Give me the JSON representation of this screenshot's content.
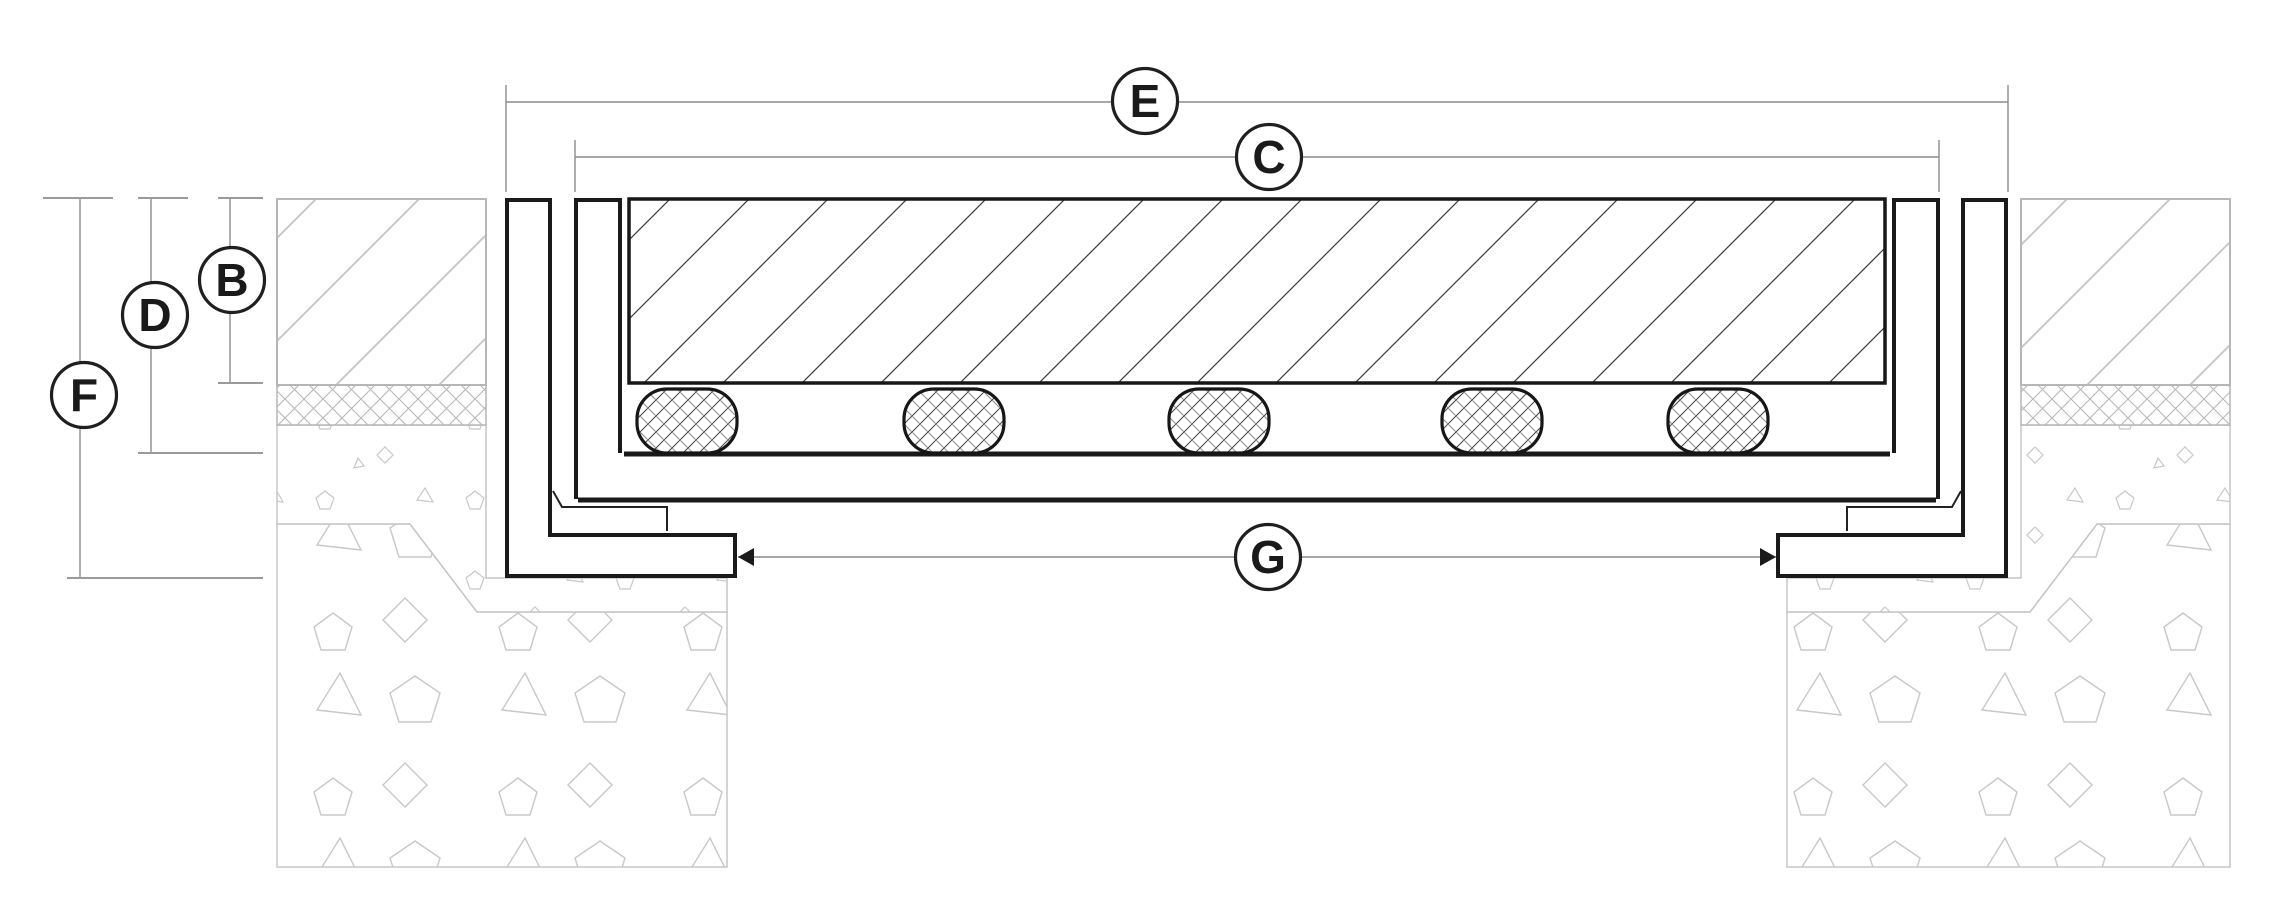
{
  "diagram": {
    "kind": "architectural-section-detail",
    "description": "recessed-entrance-mat-frame-section",
    "callouts": [
      {
        "letter": "E",
        "measures": "overall-frame-width"
      },
      {
        "letter": "C",
        "measures": "inner-frame-width"
      },
      {
        "letter": "B",
        "measures": "finish-floor-depth"
      },
      {
        "letter": "D",
        "measures": "tray-pan-depth"
      },
      {
        "letter": "F",
        "measures": "overall-recess-depth"
      },
      {
        "letter": "G",
        "measures": "clear-width-between-angle-toes"
      }
    ],
    "colors": {
      "line_dark": "#1a1a1a",
      "dimension_gray": "#8c8c8c",
      "wall_outline_gray": "#b6b6b6",
      "hatch_gray": "#c3c3c3",
      "aggregate_gray": "#c8c8c8",
      "background": "#ffffff"
    }
  }
}
